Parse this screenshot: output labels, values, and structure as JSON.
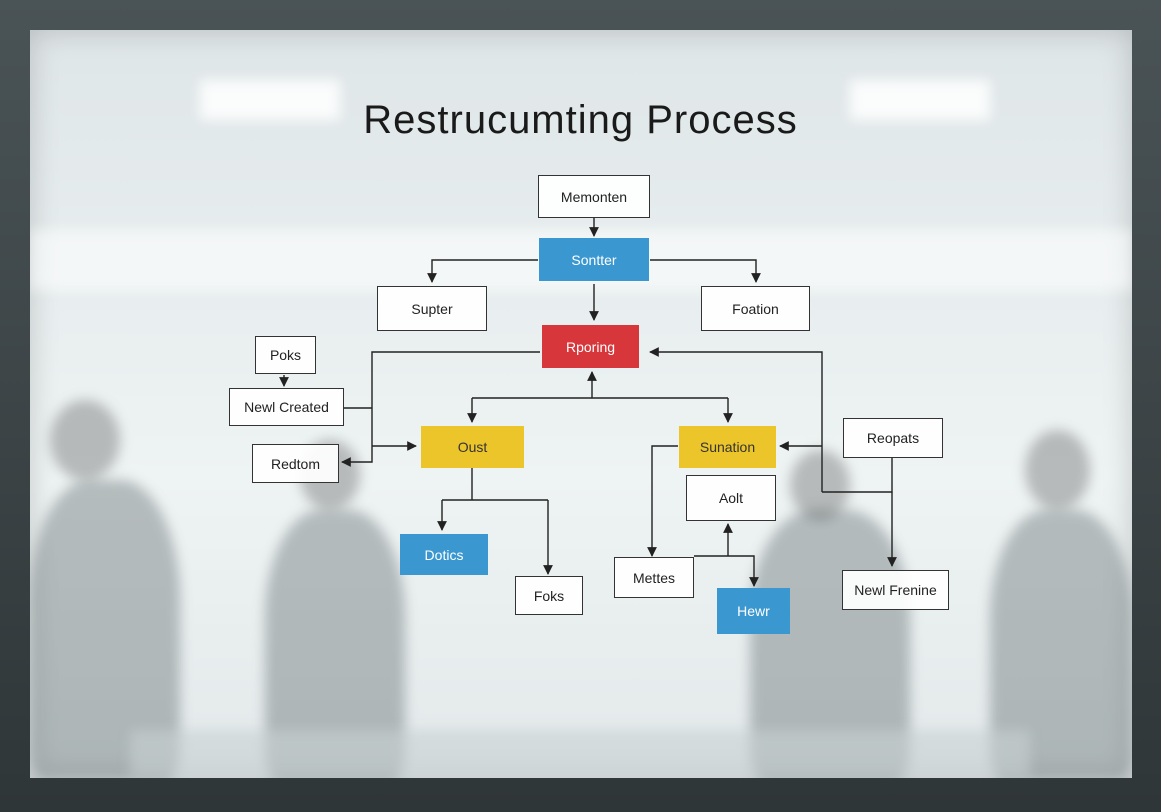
{
  "title": "Restrucumting Process",
  "colors": {
    "blue": "#3a97d0",
    "red": "#d7363a",
    "yellow": "#ecc52a"
  },
  "nodes": {
    "memonten": "Memonten",
    "sontter": "Sontter",
    "supter": "Supter",
    "foation": "Foation",
    "rporing": "Rporing",
    "poks": "Poks",
    "newl_created": "Newl Created",
    "redtom": "Redtom",
    "oust": "Oust",
    "sunation": "Sunation",
    "repats": "Reopats",
    "aolt": "Aolt",
    "dotics": "Dotics",
    "foks": "Foks",
    "mettes": "Mettes",
    "hewr": "Hewr",
    "newl_frenine": "Newl Frenine"
  }
}
